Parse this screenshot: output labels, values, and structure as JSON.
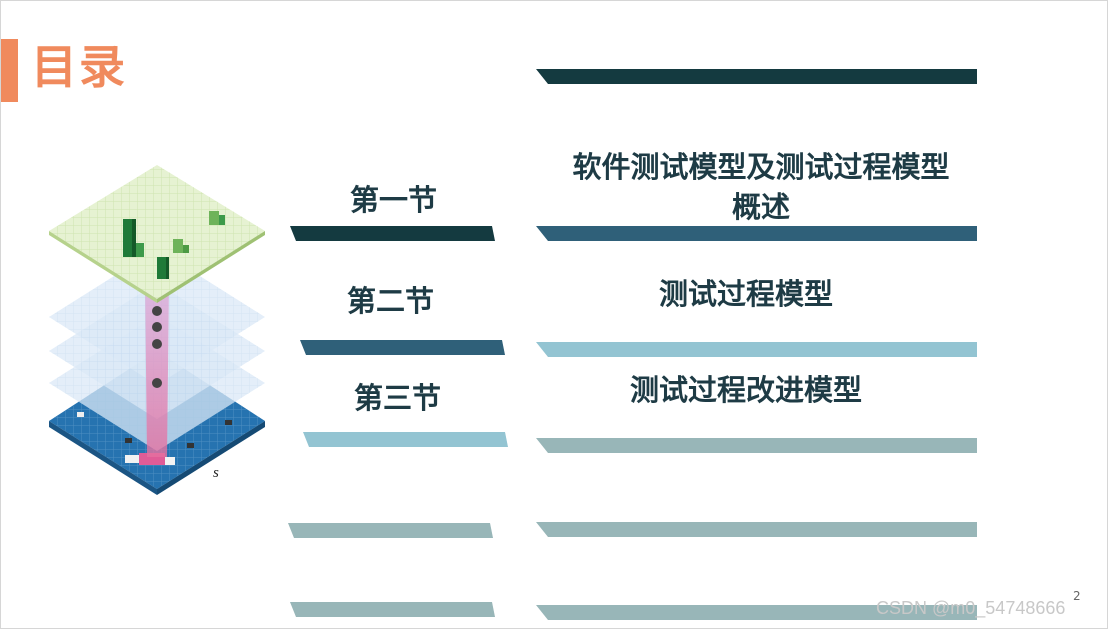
{
  "slide": {
    "title": "目录",
    "page_number": "2",
    "watermark": "CSDN @m0_54748666",
    "illustration_label": "s"
  },
  "sections": [
    {
      "label": "第一节",
      "topic_line1": "软件测试模型及测试过程模型",
      "topic_line2": "概述"
    },
    {
      "label": "第二节",
      "topic_line1": "测试过程模型",
      "topic_line2": ""
    },
    {
      "label": "第三节",
      "topic_line1": "测试过程改进模型",
      "topic_line2": ""
    }
  ],
  "colors": {
    "accent": "#f08a5d",
    "dark_teal": "#143a40",
    "steel_blue": "#2f6079",
    "light_blue": "#93c4d2",
    "grey_teal": "#98b6b8"
  }
}
